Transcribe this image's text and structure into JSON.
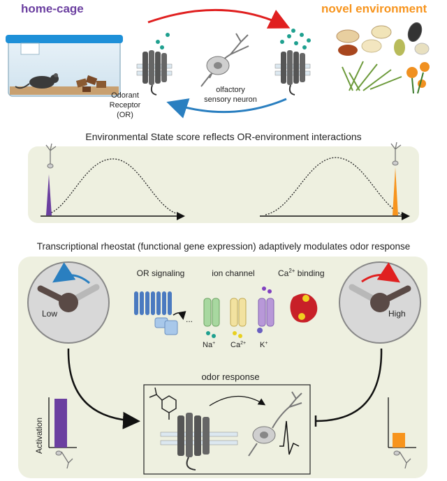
{
  "top": {
    "home_cage": "home-cage",
    "novel_environment": "novel environment",
    "receptor_line1": "Odorant",
    "receptor_line2": "Receptor",
    "receptor_line3": "(OR)",
    "neuron_line1": "olfactory",
    "neuron_line2": "sensory neuron"
  },
  "middle": {
    "title": "Environmental State score reflects OR-environment interactions"
  },
  "bottom": {
    "title": "Transcriptional rheostat (functional gene expression) adaptively modulates odor response",
    "dial_low": "Low",
    "dial_high": "High",
    "or_signaling": "OR signaling",
    "ion_channel": "ion channel",
    "ca_binding": "Ca",
    "ca_binding_sup": "2+",
    "ca_binding_suffix": " binding",
    "ion_na": "Na",
    "ion_na_sup": "+",
    "ion_ca": "Ca",
    "ion_ca_sup": "2+",
    "ion_k": "K",
    "ion_k_sup": "+",
    "odor_response": "odor response",
    "activation": "Activation",
    "ellipsis": "..."
  },
  "colors": {
    "purple": "#6b3fa0",
    "orange": "#f7941d",
    "red_arrow": "#e02020",
    "blue_arrow": "#2a7fc0",
    "panel_bg": "#eef0e0",
    "teal_dot": "#1fa08f"
  },
  "bars": {
    "home_activation": 1.0,
    "novel_activation": 0.3
  }
}
